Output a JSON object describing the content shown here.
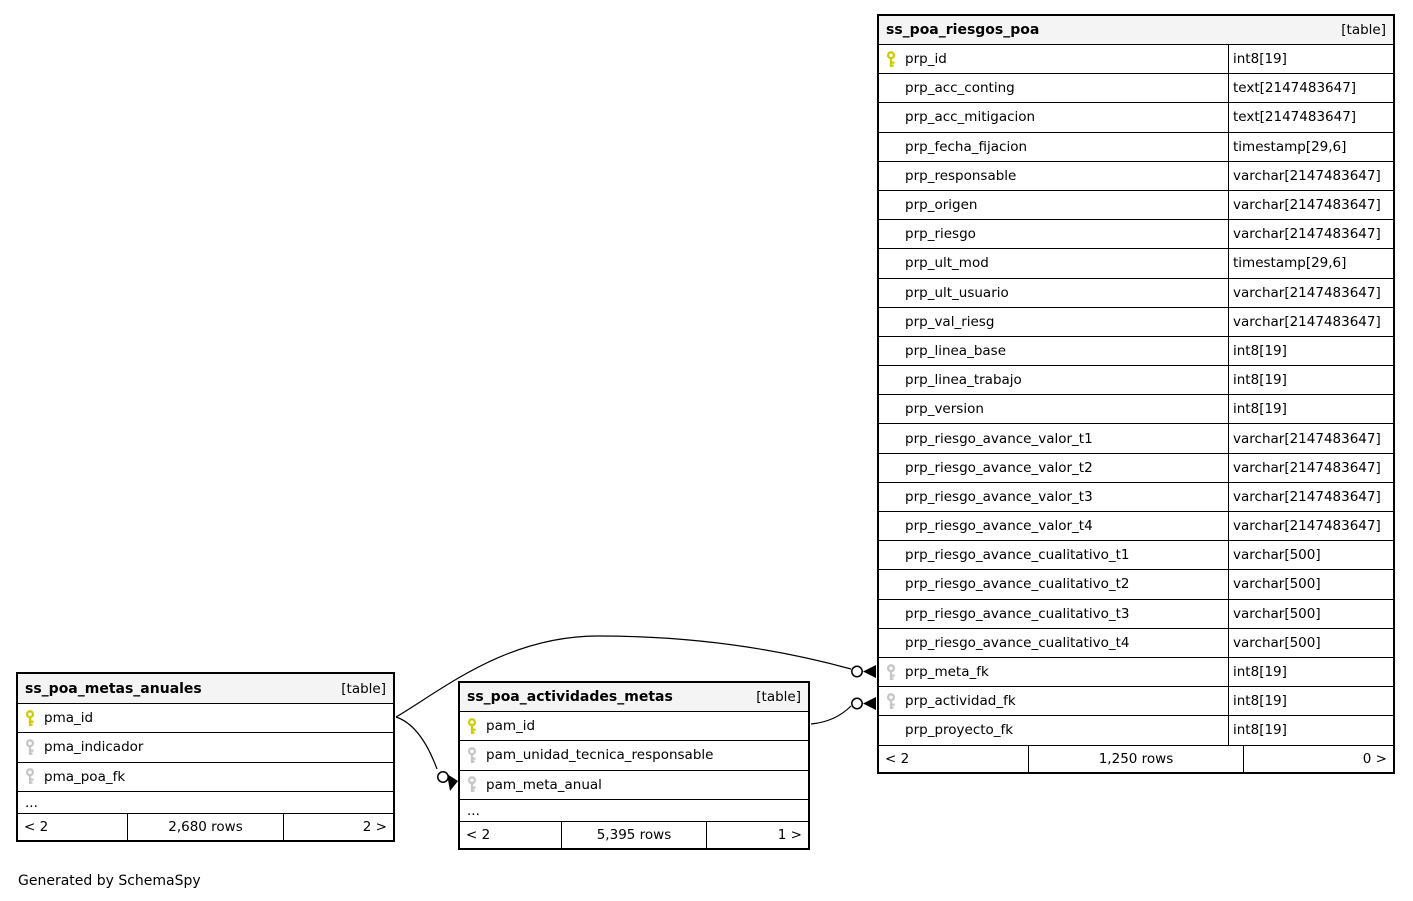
{
  "page": {
    "generated_by": "Generated by SchemaSpy"
  },
  "colors": {
    "primary_key_icon": "#cccc00",
    "foreign_key_icon": "#c6c6c6",
    "header_bg": "#f4f4f4",
    "border": "#000000",
    "row_bg": "#ffffff"
  },
  "tables": [
    {
      "id": "tbl-metas",
      "title": "ss_poa_metas_anuales",
      "badge": "[table]",
      "show_types": false,
      "columns": [
        {
          "name": "pma_id",
          "key": "primary"
        },
        {
          "name": "pma_indicador",
          "key": "secondary"
        },
        {
          "name": "pma_poa_fk",
          "key": "secondary"
        }
      ],
      "truncated": "...",
      "footer": {
        "prev": "< 2",
        "rows": "2,680 rows",
        "next": "2 >"
      }
    },
    {
      "id": "tbl-actividades",
      "title": "ss_poa_actividades_metas",
      "badge": "[table]",
      "show_types": false,
      "columns": [
        {
          "name": "pam_id",
          "key": "primary"
        },
        {
          "name": "pam_unidad_tecnica_responsable",
          "key": "secondary"
        },
        {
          "name": "pam_meta_anual",
          "key": "secondary"
        }
      ],
      "truncated": "...",
      "footer": {
        "prev": "< 2",
        "rows": "5,395 rows",
        "next": "1 >"
      }
    },
    {
      "id": "tbl-riesgos",
      "title": "ss_poa_riesgos_poa",
      "badge": "[table]",
      "show_types": true,
      "columns": [
        {
          "name": "prp_id",
          "key": "primary",
          "type": "int8[19]"
        },
        {
          "name": "prp_acc_conting",
          "key": "none",
          "type": "text[2147483647]"
        },
        {
          "name": "prp_acc_mitigacion",
          "key": "none",
          "type": "text[2147483647]"
        },
        {
          "name": "prp_fecha_fijacion",
          "key": "none",
          "type": "timestamp[29,6]"
        },
        {
          "name": "prp_responsable",
          "key": "none",
          "type": "varchar[2147483647]"
        },
        {
          "name": "prp_origen",
          "key": "none",
          "type": "varchar[2147483647]"
        },
        {
          "name": "prp_riesgo",
          "key": "none",
          "type": "varchar[2147483647]"
        },
        {
          "name": "prp_ult_mod",
          "key": "none",
          "type": "timestamp[29,6]"
        },
        {
          "name": "prp_ult_usuario",
          "key": "none",
          "type": "varchar[2147483647]"
        },
        {
          "name": "prp_val_riesg",
          "key": "none",
          "type": "varchar[2147483647]"
        },
        {
          "name": "prp_linea_base",
          "key": "none",
          "type": "int8[19]"
        },
        {
          "name": "prp_linea_trabajo",
          "key": "none",
          "type": "int8[19]"
        },
        {
          "name": "prp_version",
          "key": "none",
          "type": "int8[19]"
        },
        {
          "name": "prp_riesgo_avance_valor_t1",
          "key": "none",
          "type": "varchar[2147483647]"
        },
        {
          "name": "prp_riesgo_avance_valor_t2",
          "key": "none",
          "type": "varchar[2147483647]"
        },
        {
          "name": "prp_riesgo_avance_valor_t3",
          "key": "none",
          "type": "varchar[2147483647]"
        },
        {
          "name": "prp_riesgo_avance_valor_t4",
          "key": "none",
          "type": "varchar[2147483647]"
        },
        {
          "name": "prp_riesgo_avance_cualitativo_t1",
          "key": "none",
          "type": "varchar[500]"
        },
        {
          "name": "prp_riesgo_avance_cualitativo_t2",
          "key": "none",
          "type": "varchar[500]"
        },
        {
          "name": "prp_riesgo_avance_cualitativo_t3",
          "key": "none",
          "type": "varchar[500]"
        },
        {
          "name": "prp_riesgo_avance_cualitativo_t4",
          "key": "none",
          "type": "varchar[500]"
        },
        {
          "name": "prp_meta_fk",
          "key": "secondary",
          "type": "int8[19]"
        },
        {
          "name": "prp_actividad_fk",
          "key": "secondary",
          "type": "int8[19]"
        },
        {
          "name": "prp_proyecto_fk",
          "key": "none",
          "type": "int8[19]"
        }
      ],
      "footer": {
        "prev": "< 2",
        "rows": "1,250 rows",
        "next": "0 >"
      }
    }
  ],
  "relationships": [
    {
      "from": "ss_poa_metas_anuales.pma_id",
      "to": "ss_poa_riesgos_poa.prp_meta_fk"
    },
    {
      "from": "ss_poa_metas_anuales.pma_id",
      "to": "ss_poa_actividades_metas.pam_meta_anual"
    },
    {
      "from": "ss_poa_actividades_metas.pam_id",
      "to": "ss_poa_riesgos_poa.prp_actividad_fk"
    }
  ]
}
